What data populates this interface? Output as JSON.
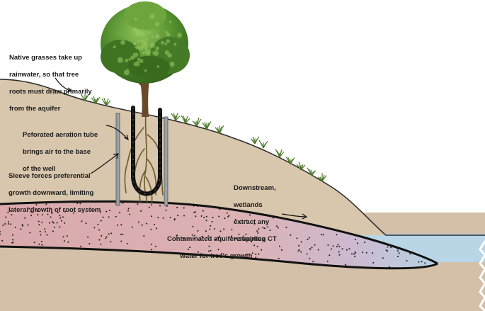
{
  "annotations": {
    "native_grasses": [
      "Native grasses take up",
      "rainwater, so that tree",
      "roots must draw primarily",
      "from the aquifer"
    ],
    "aeration_tube": [
      "Peforated aeration tube",
      "brings air to the base",
      "of the well"
    ],
    "sleeve": [
      "Sleeve forces preferential",
      "growth downward, limiting",
      "lateral growth of root system"
    ],
    "wetlands": [
      "Downstream,",
      "wetlands",
      "extract any",
      "remaining CT"
    ],
    "aquifer": [
      "Contaminated aquifer supplies",
      "water for tree's growth"
    ]
  },
  "colors": {
    "upper_soil": "#d8c6ad",
    "lower_ground": "#d4c0a8",
    "aquifer_pink": "#d8a7aa",
    "water_blue": "#b9d6e6",
    "tree_foliage": "#4f8a2b",
    "trunk": "#6b4a2b",
    "sleeve": "#9aa0a6",
    "tube": "#111111"
  },
  "icons": [
    "tree-icon",
    "grass-tuft-icon",
    "arrow-icon",
    "perforated-tube-icon",
    "sleeve-icon"
  ]
}
